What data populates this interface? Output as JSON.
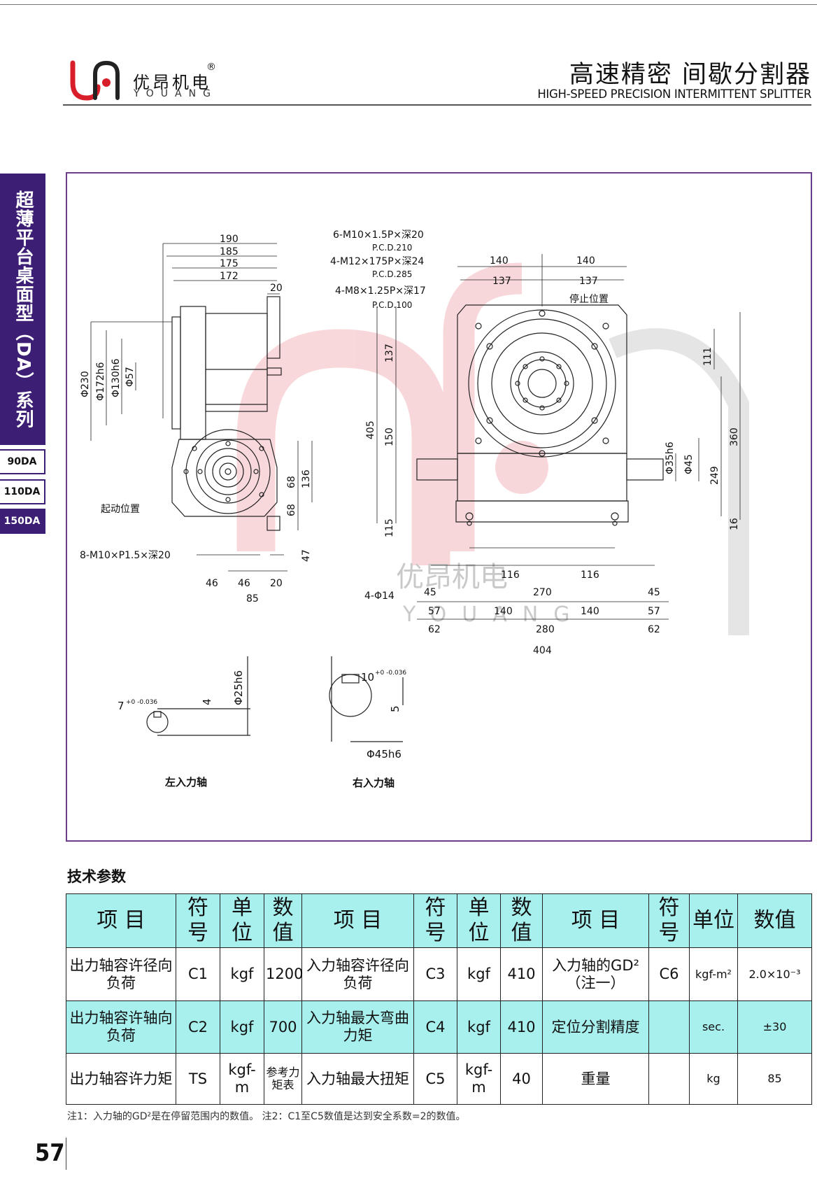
{
  "header": {
    "brand_cn": "优昂机电",
    "brand_en": "YOUANG",
    "registered": "®",
    "title_cn": "高速精密 间歇分割器",
    "title_en": "HIGH-SPEED PRECISION INTERMITTENT SPLITTER"
  },
  "sidebar": {
    "series": "超薄平台桌面型（DA）系列",
    "tabs": [
      {
        "label": "90DA",
        "active": false
      },
      {
        "label": "110DA",
        "active": false
      },
      {
        "label": "150DA",
        "active": true
      }
    ]
  },
  "drawing": {
    "watermark_cn": "优昂机电",
    "watermark_en": "YOUANG",
    "left_view": {
      "dims_top": [
        "190",
        "185",
        "175",
        "172",
        "20"
      ],
      "diameters": [
        "Φ230",
        "Φ172h6",
        "Φ130h6",
        "Φ57"
      ],
      "right_dims": [
        "68",
        "68",
        "136",
        "47"
      ],
      "bottom_dims": [
        "46",
        "46",
        "20",
        "85"
      ],
      "start_label": "起动位置",
      "hole_label": "8-M10×P1.5×深20"
    },
    "right_view": {
      "hole_labels": [
        "6-M10×1.5P×深20",
        "P.C.D.210",
        "4-M12×175P×深24",
        "P.C.D.285",
        "4-M8×1.25P×深17",
        "P.C.D.100"
      ],
      "stop_label": "停止位置",
      "top_dims": [
        "140",
        "140",
        "137",
        "137"
      ],
      "left_dims": [
        "137",
        "405",
        "150",
        "115"
      ],
      "right_dims": [
        "111",
        "360",
        "Φ35h6",
        "Φ45",
        "249",
        "16"
      ],
      "foot_holes": "4-Φ14",
      "bottom_dims": [
        "116",
        "116",
        "270",
        "45",
        "45",
        "57",
        "57",
        "140",
        "140",
        "280",
        "62",
        "62",
        "404"
      ]
    },
    "shafts": {
      "left_label": "左入力轴",
      "right_label": "右入力轴",
      "left_key": "7",
      "left_key_tol": "+0 -0.036",
      "left_depth": "4",
      "left_dia": "Φ25h6",
      "right_key": "10",
      "right_key_tol": "+0 -0.036",
      "right_depth": "5",
      "right_dia": "Φ45h6"
    }
  },
  "spec": {
    "title": "技术参数",
    "headers": [
      "项 目",
      "符号",
      "单位",
      "数值",
      "项 目",
      "符号",
      "单位",
      "数值",
      "项 目",
      "符号",
      "单位",
      "数值"
    ],
    "rows": [
      [
        "出力轴容许径向负荷",
        "C1",
        "kgf",
        "1200",
        "入力轴容许径向负荷",
        "C3",
        "kgf",
        "410",
        "入力轴的GD²（注一）",
        "C6",
        "kgf-m²",
        "2.0×10⁻³"
      ],
      [
        "出力轴容许轴向负荷",
        "C2",
        "kgf",
        "700",
        "入力轴最大弯曲力矩",
        "C4",
        "kgf",
        "410",
        "定位分割精度",
        "",
        "sec.",
        "±30"
      ],
      [
        "出力轴容许力矩",
        "TS",
        "kgf-m",
        "参考力矩表",
        "入力轴最大扭矩",
        "C5",
        "kgf-m",
        "40",
        "重量",
        "",
        "kg",
        "85"
      ]
    ],
    "footnote": "注1：入力轴的GD²是在停留范围内的数值。  注2：C1至C5数值是达到安全系数=2的数值。"
  },
  "page_number": "57",
  "colors": {
    "brand_red": "#d81e2a",
    "sidebar": "#3c1f74",
    "table_header": "#a8f0ee",
    "frame": "#6b3d8d",
    "watermark": "#f0a0a8"
  }
}
